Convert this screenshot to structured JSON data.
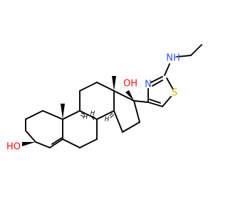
{
  "colors": {
    "background": "#ffffff",
    "bond": "#000000",
    "oxygen": "#ff0d0d",
    "nitrogen": "#3050f8",
    "sulfur": "#c8b400",
    "stereo_h": "#000000"
  },
  "atoms": {
    "oh_3": {
      "label": "HO",
      "element": "O"
    },
    "oh_17": {
      "label": "OH",
      "element": "O"
    },
    "n_ring": {
      "label": "N",
      "element": "N"
    },
    "nh": {
      "label": "NH",
      "element": "N"
    },
    "s_ring": {
      "label": "S",
      "element": "S"
    }
  },
  "stereo_labels": {
    "h8": "H",
    "h9": "H",
    "h14": "H"
  }
}
